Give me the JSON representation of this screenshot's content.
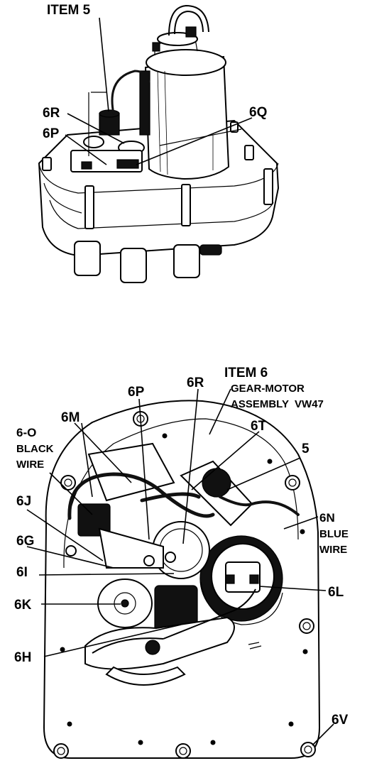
{
  "top_view": {
    "labels": {
      "item5": "ITEM 5",
      "r6": "6R",
      "p6": "6P",
      "q6": "6Q"
    }
  },
  "bottom_view": {
    "title_line1": "ITEM 6",
    "title_line2": "GEAR-MOTOR",
    "title_line3": "ASSEMBLY  VW47",
    "labels": {
      "p6": "6P",
      "r6": "6R",
      "m6": "6M",
      "o6_line1": "6-O",
      "o6_line2": "BLACK",
      "o6_line3": "WIRE",
      "t6": "6T",
      "five": "5",
      "j6": "6J",
      "n6_line1": "6N",
      "n6_line2": "BLUE",
      "n6_line3": "WIRE",
      "g6": "6G",
      "i6": "6I",
      "k6": "6K",
      "l6": "6L",
      "h6": "6H",
      "v6": "6V"
    }
  }
}
